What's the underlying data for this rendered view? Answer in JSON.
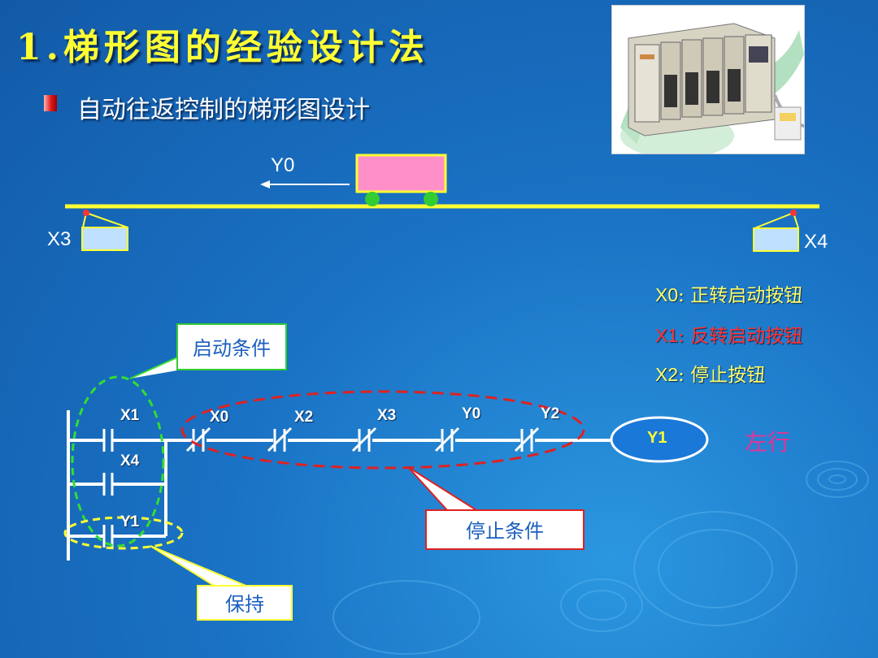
{
  "slide": {
    "title": "1.梯形图的经验设计法",
    "subtitle": "自动往返控制的梯形图设计"
  },
  "cart_diagram": {
    "direction_label": "Y0",
    "left_switch_label": "X3",
    "right_switch_label": "X4"
  },
  "legend": [
    {
      "key": "X0",
      "sep": ": ",
      "desc": "正转启动按钮",
      "color": "#ffff66"
    },
    {
      "key": "X1",
      "sep": ": ",
      "desc": "反转启动按钮",
      "color": "#ff3333"
    },
    {
      "key": "X2",
      "sep": ": ",
      "desc": "停止按钮",
      "color": "#ffff66"
    }
  ],
  "callouts": {
    "start": "启动条件",
    "stop": "停止条件",
    "hold": "保持"
  },
  "ladder": {
    "parallel_contacts": [
      "X1",
      "X4",
      "Y1"
    ],
    "series_contacts": [
      "X0",
      "X2",
      "X3",
      "Y0",
      "Y2"
    ],
    "coil": "Y1",
    "coil_note": "左行"
  },
  "colors": {
    "title": "#ffff33",
    "rail": "#ffff33",
    "cart": "#ff8fc8",
    "wheel": "#33cc33",
    "coil_note": "#e0359a",
    "start_ellipse": "#33dd33",
    "stop_ellipse": "#dd2222",
    "hold_ellipse": "#ffff33",
    "coil_fill": "#1a78d8"
  }
}
